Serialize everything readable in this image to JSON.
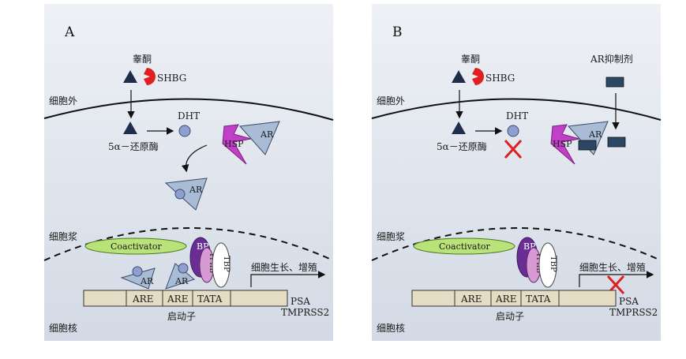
{
  "panels": [
    {
      "letter": "A",
      "testosterone": "睾酮",
      "shbg": "SHBG",
      "extracellular": "细胞外",
      "dht": "DHT",
      "reductase": "5α－还原酶",
      "hsp": "HSP",
      "ar": "AR",
      "cytoplasm": "细胞浆",
      "coactivator": "Coactivator",
      "bp": "BP",
      "tfiib": "TFIIB",
      "tbp": "TBP",
      "growth": "细胞生长、增殖",
      "are1": "ARE",
      "are2": "ARE",
      "tata": "TATA",
      "psa": "PSA",
      "tmprss2": "TMPRSS2",
      "promoter": "启动子",
      "nucleus": "细胞核"
    },
    {
      "letter": "B",
      "testosterone": "睾酮",
      "shbg": "SHBG",
      "inhibitor": "AR抑制剂",
      "extracellular": "细胞外",
      "dht": "DHT",
      "reductase": "5α－还原酶",
      "hsp": "HSP",
      "ar": "AR",
      "cytoplasm": "细胞浆",
      "coactivator": "Coactivator",
      "bp": "BP",
      "tfiib": "TFIIB",
      "tbp": "TBP",
      "growth": "细胞生长、增殖",
      "are1": "ARE",
      "are2": "ARE",
      "tata": "TATA",
      "psa": "PSA",
      "tmprss2": "TMPRSS2",
      "promoter": "启动子",
      "nucleus": "细胞核"
    }
  ],
  "colors": {
    "triangle_dark": "#1f2d4d",
    "shbg_red": "#e02020",
    "dht_circle": "#8e9fd0",
    "hsp_magenta": "#c040c8",
    "ar_shape": "#a8bcd6",
    "coactivator_green": "#b9e27a",
    "bp_purple": "#6a2d94",
    "tfiib_pink": "#d89ad2",
    "inhibitor_box": "#2c4766",
    "block_x": "#e02020",
    "promoter_box": "#e5dcc4"
  }
}
